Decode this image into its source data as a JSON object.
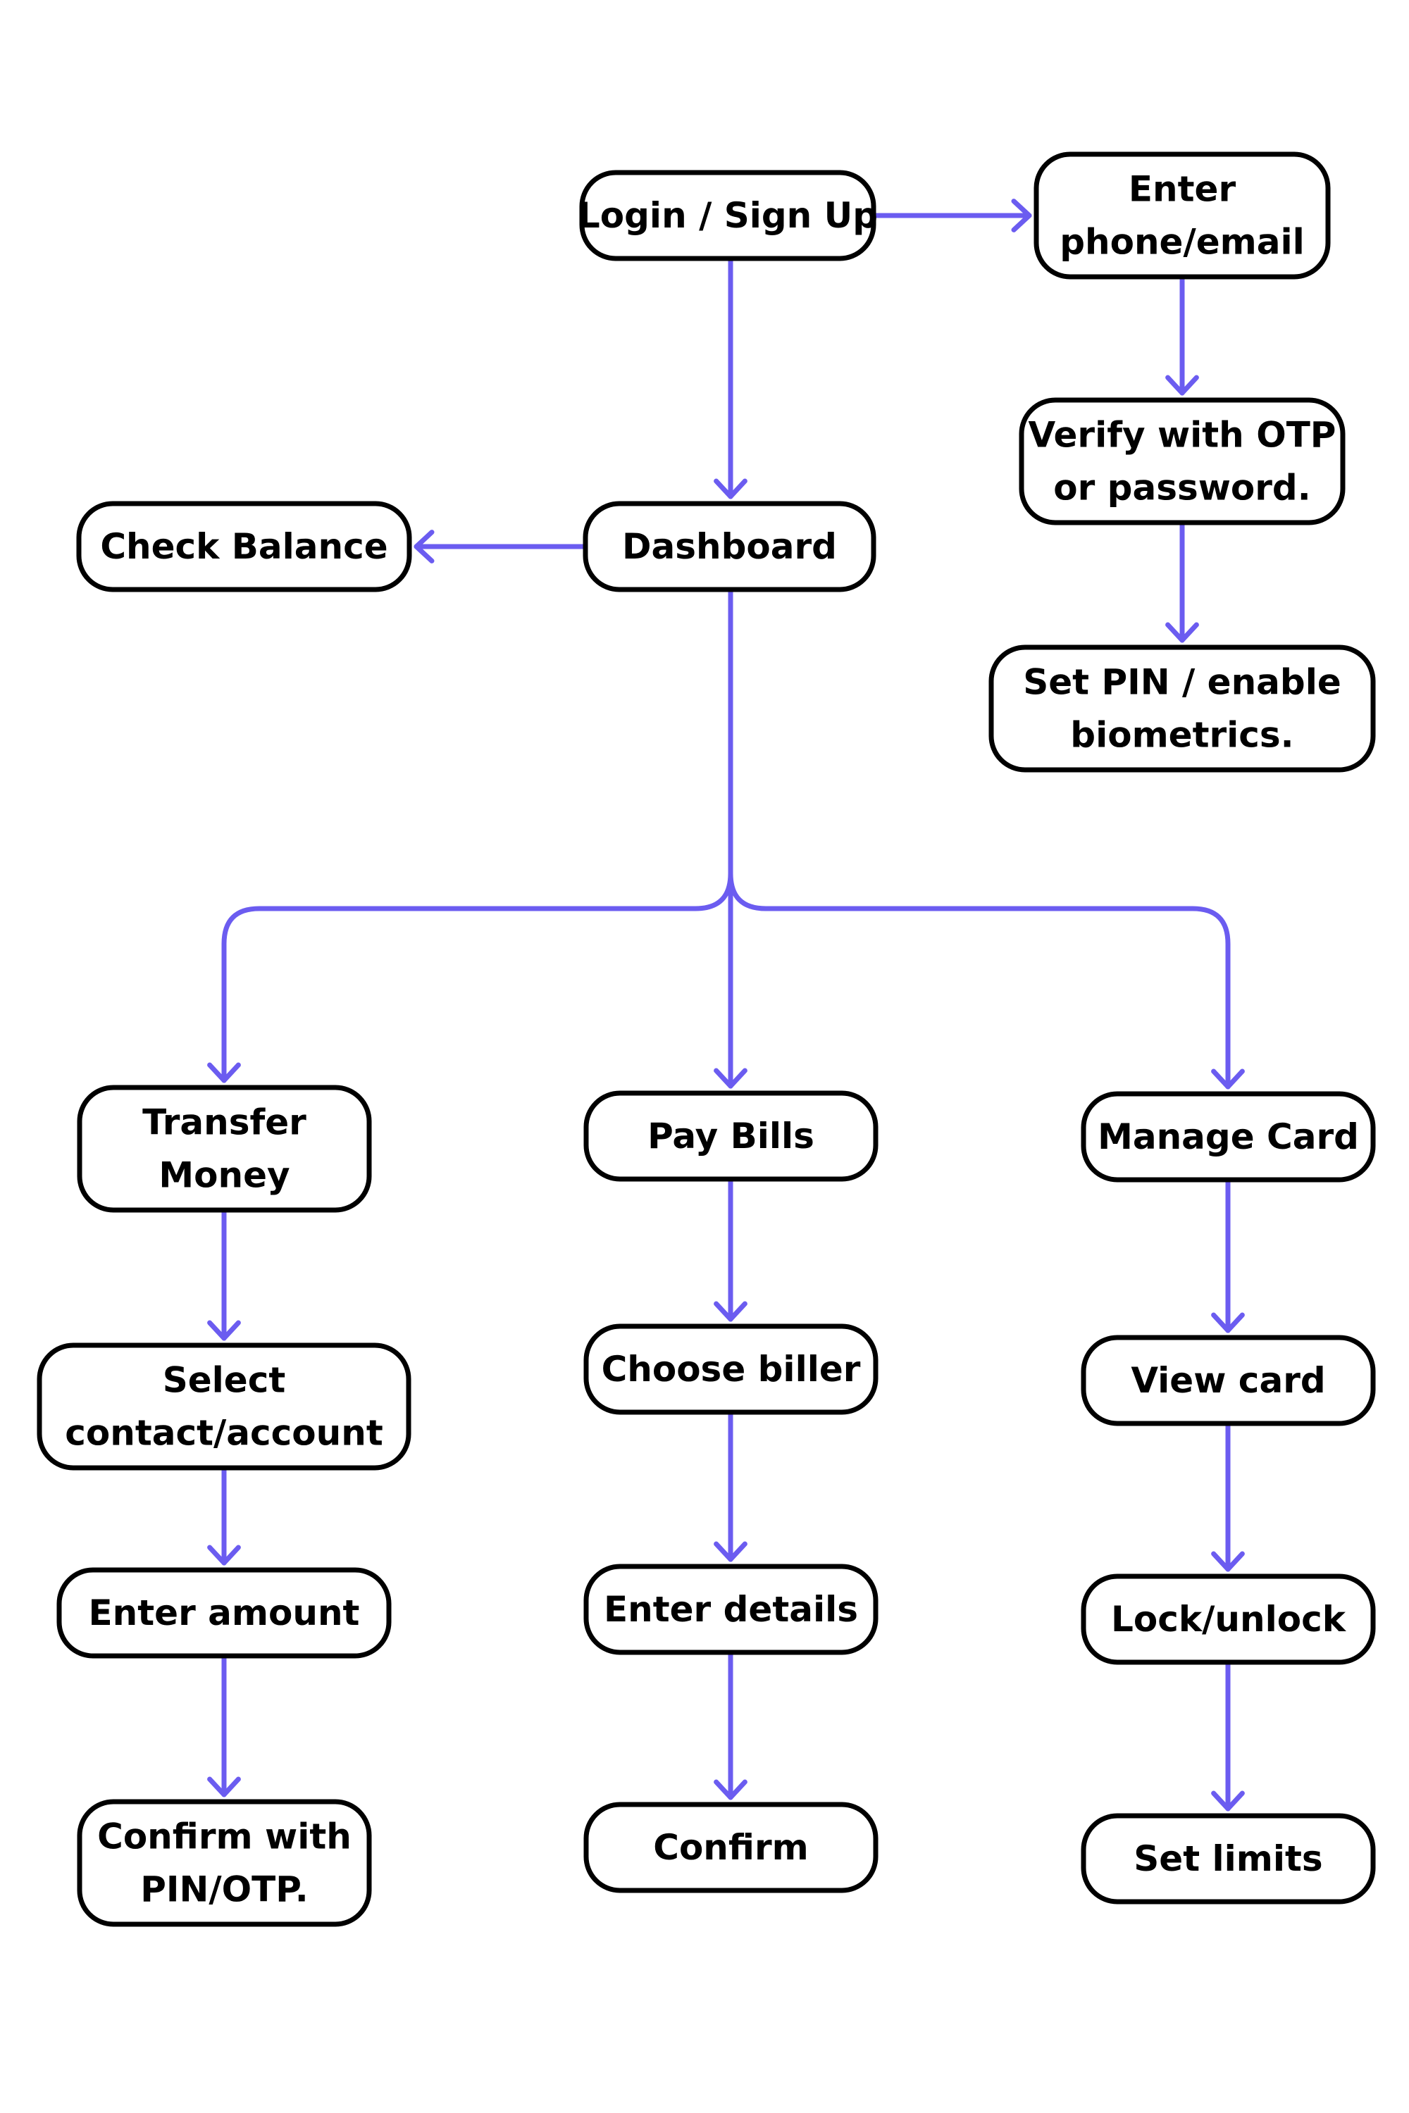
{
  "diagram": {
    "type": "flowchart",
    "colors": {
      "connector": "#6b5cf0",
      "box_stroke": "#000000",
      "box_fill": "#ffffff",
      "text": "#000000"
    },
    "nodes": {
      "login": {
        "lines": [
          "Login / Sign Up"
        ]
      },
      "enter_contact": {
        "lines": [
          "Enter",
          "phone/email"
        ]
      },
      "verify": {
        "lines": [
          "Verify with OTP",
          "or password."
        ]
      },
      "set_pin": {
        "lines": [
          "Set PIN / enable",
          "biometrics."
        ]
      },
      "dashboard": {
        "lines": [
          "Dashboard"
        ]
      },
      "check_balance": {
        "lines": [
          "Check Balance"
        ]
      },
      "transfer": {
        "lines": [
          "Transfer",
          "Money"
        ]
      },
      "pay_bills": {
        "lines": [
          "Pay Bills"
        ]
      },
      "manage_card": {
        "lines": [
          "Manage Card"
        ]
      },
      "select_contact": {
        "lines": [
          "Select",
          "contact/account"
        ]
      },
      "choose_biller": {
        "lines": [
          "Choose biller"
        ]
      },
      "view_card": {
        "lines": [
          "View card"
        ]
      },
      "enter_amount": {
        "lines": [
          "Enter amount"
        ]
      },
      "enter_details": {
        "lines": [
          "Enter details"
        ]
      },
      "lock_unlock": {
        "lines": [
          "Lock/unlock"
        ]
      },
      "confirm_pin": {
        "lines": [
          "Confirm with",
          "PIN/OTP."
        ]
      },
      "confirm": {
        "lines": [
          "Confirm"
        ]
      },
      "set_limits": {
        "lines": [
          "Set limits"
        ]
      }
    },
    "edges": [
      {
        "from": "login",
        "to": "enter_contact"
      },
      {
        "from": "enter_contact",
        "to": "verify"
      },
      {
        "from": "verify",
        "to": "set_pin"
      },
      {
        "from": "login",
        "to": "dashboard"
      },
      {
        "from": "dashboard",
        "to": "check_balance"
      },
      {
        "from": "dashboard",
        "to": "transfer"
      },
      {
        "from": "dashboard",
        "to": "pay_bills"
      },
      {
        "from": "dashboard",
        "to": "manage_card"
      },
      {
        "from": "transfer",
        "to": "select_contact"
      },
      {
        "from": "select_contact",
        "to": "enter_amount"
      },
      {
        "from": "enter_amount",
        "to": "confirm_pin"
      },
      {
        "from": "pay_bills",
        "to": "choose_biller"
      },
      {
        "from": "choose_biller",
        "to": "enter_details"
      },
      {
        "from": "enter_details",
        "to": "confirm"
      },
      {
        "from": "manage_card",
        "to": "view_card"
      },
      {
        "from": "view_card",
        "to": "lock_unlock"
      },
      {
        "from": "lock_unlock",
        "to": "set_limits"
      }
    ]
  }
}
